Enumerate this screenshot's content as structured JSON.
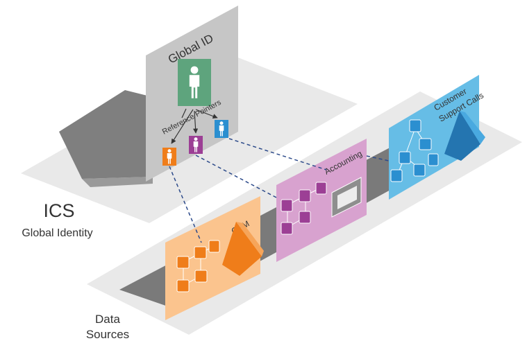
{
  "global_id": {
    "title": "Global ID",
    "pointer_label": "Reference Pointers"
  },
  "ics": {
    "title": "ICS",
    "subtitle": "Global Identity"
  },
  "data_sources": {
    "line1": "Data",
    "line2": "Sources"
  },
  "cards": {
    "crm": "CRM",
    "accounting": "Accounting",
    "support_line1": "Customer",
    "support_line2": "Support Calls"
  },
  "colors": {
    "platform": "#e9e9e9",
    "shadow": "#7d7d7d",
    "global_card": "#c4c4c4",
    "person_green": "#5ea47d",
    "orange": "#ef7d1a",
    "purple": "#9c3f95",
    "blue": "#2b8fd0",
    "crm_card": "#fbc48e",
    "accounting_card": "#d8a2cf",
    "support_card": "#66bde6",
    "connector": "#2c4a8a"
  },
  "icons": {
    "global_person": "person-icon",
    "pointer_persons": [
      "person-icon",
      "person-icon",
      "person-icon"
    ],
    "crm": [
      "document-icon",
      "group-icon",
      "person-icon",
      "email-icon",
      "home-icon"
    ],
    "accounting": [
      "document-icon",
      "person-icon",
      "calendar-icon",
      "cart-icon",
      "money-icon",
      "spreadsheet-icon"
    ],
    "support": [
      "person-icon",
      "key-icon",
      "agent-icon",
      "phone-icon",
      "calendar-icon",
      "document-icon"
    ]
  }
}
